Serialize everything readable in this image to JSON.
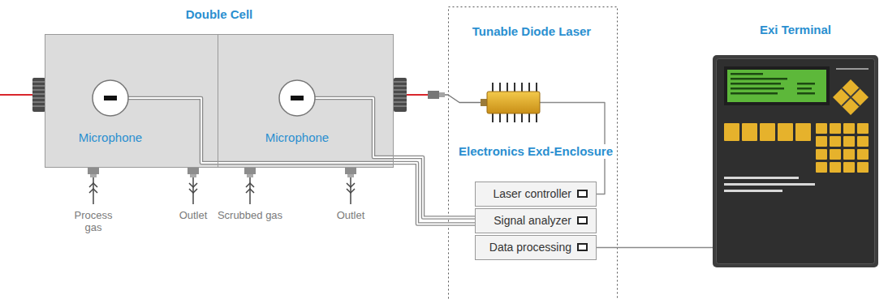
{
  "diagram": {
    "nodes": [
      {
        "text": [
          "Double Cell"
        ]
      },
      {
        "text": [
          "Microphone"
        ],
        "in": 0
      },
      {
        "text": [
          "Microphone"
        ],
        "in": 0
      },
      {
        "text": [
          "Tunable Diode Laser"
        ]
      },
      {
        "text": [
          "Electronics Exd-Enclosure"
        ]
      },
      {
        "text": [
          "Laser controller"
        ],
        "in": 4
      },
      {
        "text": [
          "Signal analyzer"
        ],
        "in": 4
      },
      {
        "text": [
          "Data processing"
        ],
        "in": 4
      },
      {
        "text": [
          "Exi Terminal"
        ]
      }
    ],
    "edges": [
      {
        "from": 1,
        "to": 6,
        "arrow": "none"
      },
      {
        "from": 2,
        "to": 6,
        "arrow": "none"
      },
      {
        "from": 5,
        "to": 3,
        "arrow": "none"
      },
      {
        "from": 3,
        "to": 2,
        "arrow": "none"
      },
      {
        "from": 7,
        "to": 8,
        "arrow": "none"
      }
    ],
    "labels": [
      "Process gas",
      "Outlet",
      "Scrubbed gas",
      "Outlet"
    ]
  }
}
